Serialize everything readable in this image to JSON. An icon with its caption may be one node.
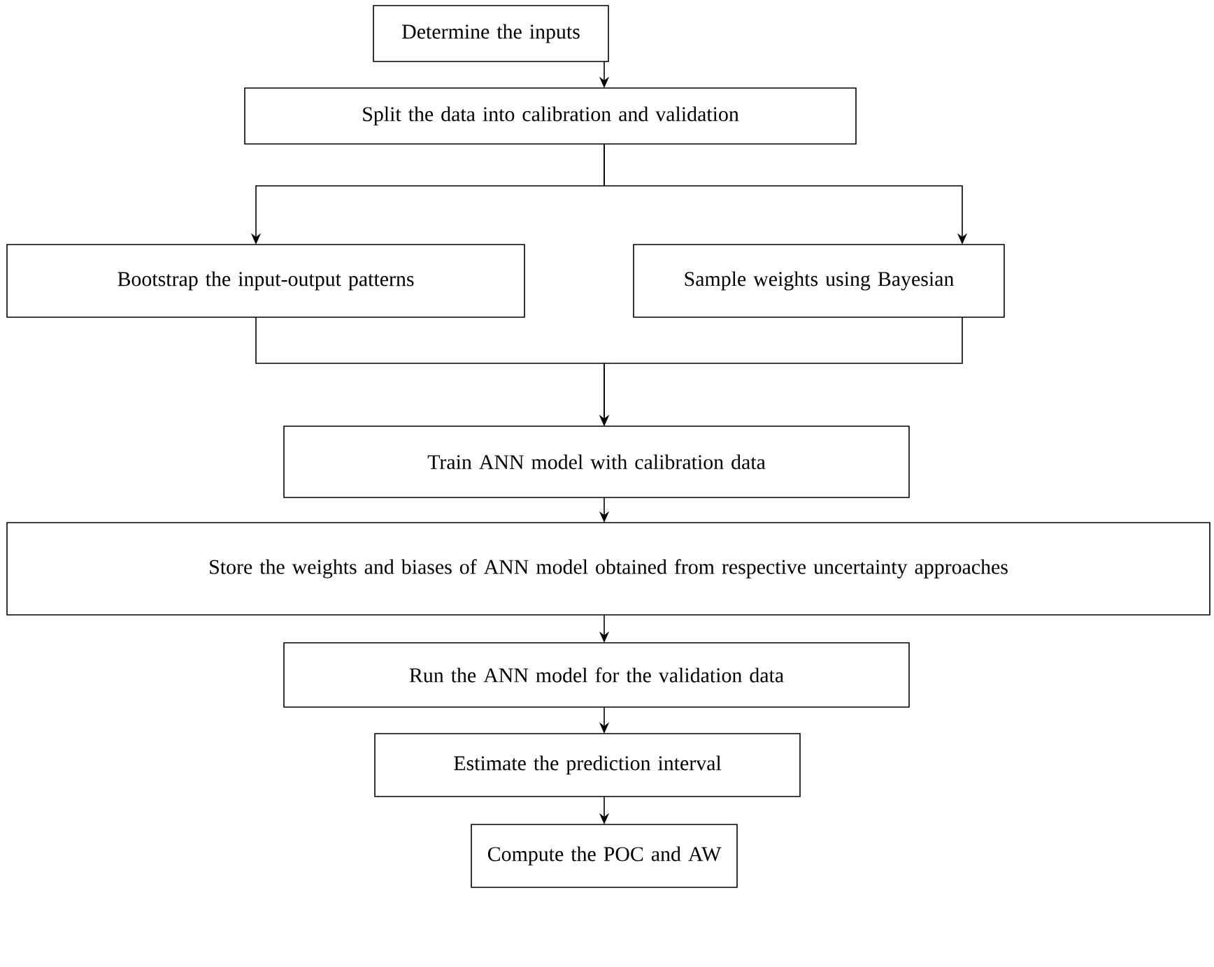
{
  "diagram": {
    "nodes": [
      {
        "text": [
          "Determine the inputs"
        ]
      },
      {
        "text": [
          "Split the data into calibration and validation"
        ]
      },
      {
        "text": [
          "Bootstrap the input-output patterns"
        ]
      },
      {
        "text": [
          "Sample weights using Bayesian"
        ]
      },
      {
        "text": [
          "Train ANN model with calibration data"
        ]
      },
      {
        "text": [
          "Store the weights and biases of ANN model obtained from respective uncertainty approaches"
        ]
      },
      {
        "text": [
          "Run the ANN model for the validation data"
        ]
      },
      {
        "text": [
          "Estimate the prediction interval"
        ]
      },
      {
        "text": [
          "Compute the POC and AW"
        ]
      }
    ],
    "edges": [
      {
        "from": 0,
        "to": 1,
        "arrow": "to"
      },
      {
        "from": 1,
        "to": 2,
        "arrow": "to"
      },
      {
        "from": 1,
        "to": 3,
        "arrow": "to"
      },
      {
        "from": 2,
        "to": 4,
        "arrow": "to"
      },
      {
        "from": 3,
        "to": 4,
        "arrow": "to"
      },
      {
        "from": 4,
        "to": 5,
        "arrow": "to"
      },
      {
        "from": 5,
        "to": 6,
        "arrow": "to"
      },
      {
        "from": 6,
        "to": 7,
        "arrow": "to"
      },
      {
        "from": 7,
        "to": 8,
        "arrow": "to"
      }
    ]
  }
}
